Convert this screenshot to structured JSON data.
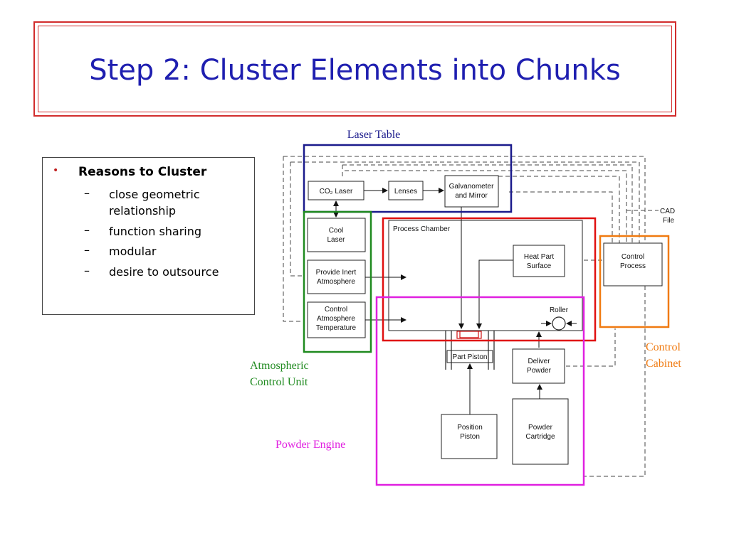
{
  "title": "Step 2: Cluster Elements into Chunks",
  "bullets": {
    "main": "Reasons to Cluster",
    "bullet_marker": "•",
    "dash": "–",
    "items": [
      "close geometric relationship",
      "function sharing",
      "modular",
      "desire to outsource"
    ]
  },
  "diagram": {
    "blocks": {
      "co2_laser": "CO₂ Laser",
      "lenses": "Lenses",
      "galvanometer_1": "Galvanometer",
      "galvanometer_2": "and Mirror",
      "cool_laser_1": "Cool",
      "cool_laser_2": "Laser",
      "inert_1": "Provide Inert",
      "inert_2": "Atmosphere",
      "ctrl_atm_1": "Control",
      "ctrl_atm_2": "Atmosphere",
      "ctrl_atm_3": "Temperature",
      "process_chamber": "Process Chamber",
      "heat_part_1": "Heat Part",
      "heat_part_2": "Surface",
      "roller": "Roller",
      "part_piston": "Part Piston",
      "deliver_powder_1": "Deliver",
      "deliver_powder_2": "Powder",
      "position_piston_1": "Position",
      "position_piston_2": "Piston",
      "powder_cartridge_1": "Powder",
      "powder_cartridge_2": "Cartridge",
      "control_process_1": "Control",
      "control_process_2": "Process",
      "cad_file_1": "CAD",
      "cad_file_2": "File"
    },
    "groups": {
      "laser_table": "Laser Table",
      "atmospheric_1": "Atmospheric",
      "atmospheric_2": "Control Unit",
      "powder_engine": "Powder Engine",
      "control_cabinet_1": "Control",
      "control_cabinet_2": "Cabinet"
    }
  },
  "colors": {
    "title": "#1f1fb0",
    "title_frame": "#d22c2c",
    "laser_table": "#1a1a8c",
    "atmospheric": "#1f8a1f",
    "process": "#e01010",
    "powder_engine": "#e020e0",
    "control_cabinet": "#f07a10",
    "bullet": "#c02020"
  }
}
